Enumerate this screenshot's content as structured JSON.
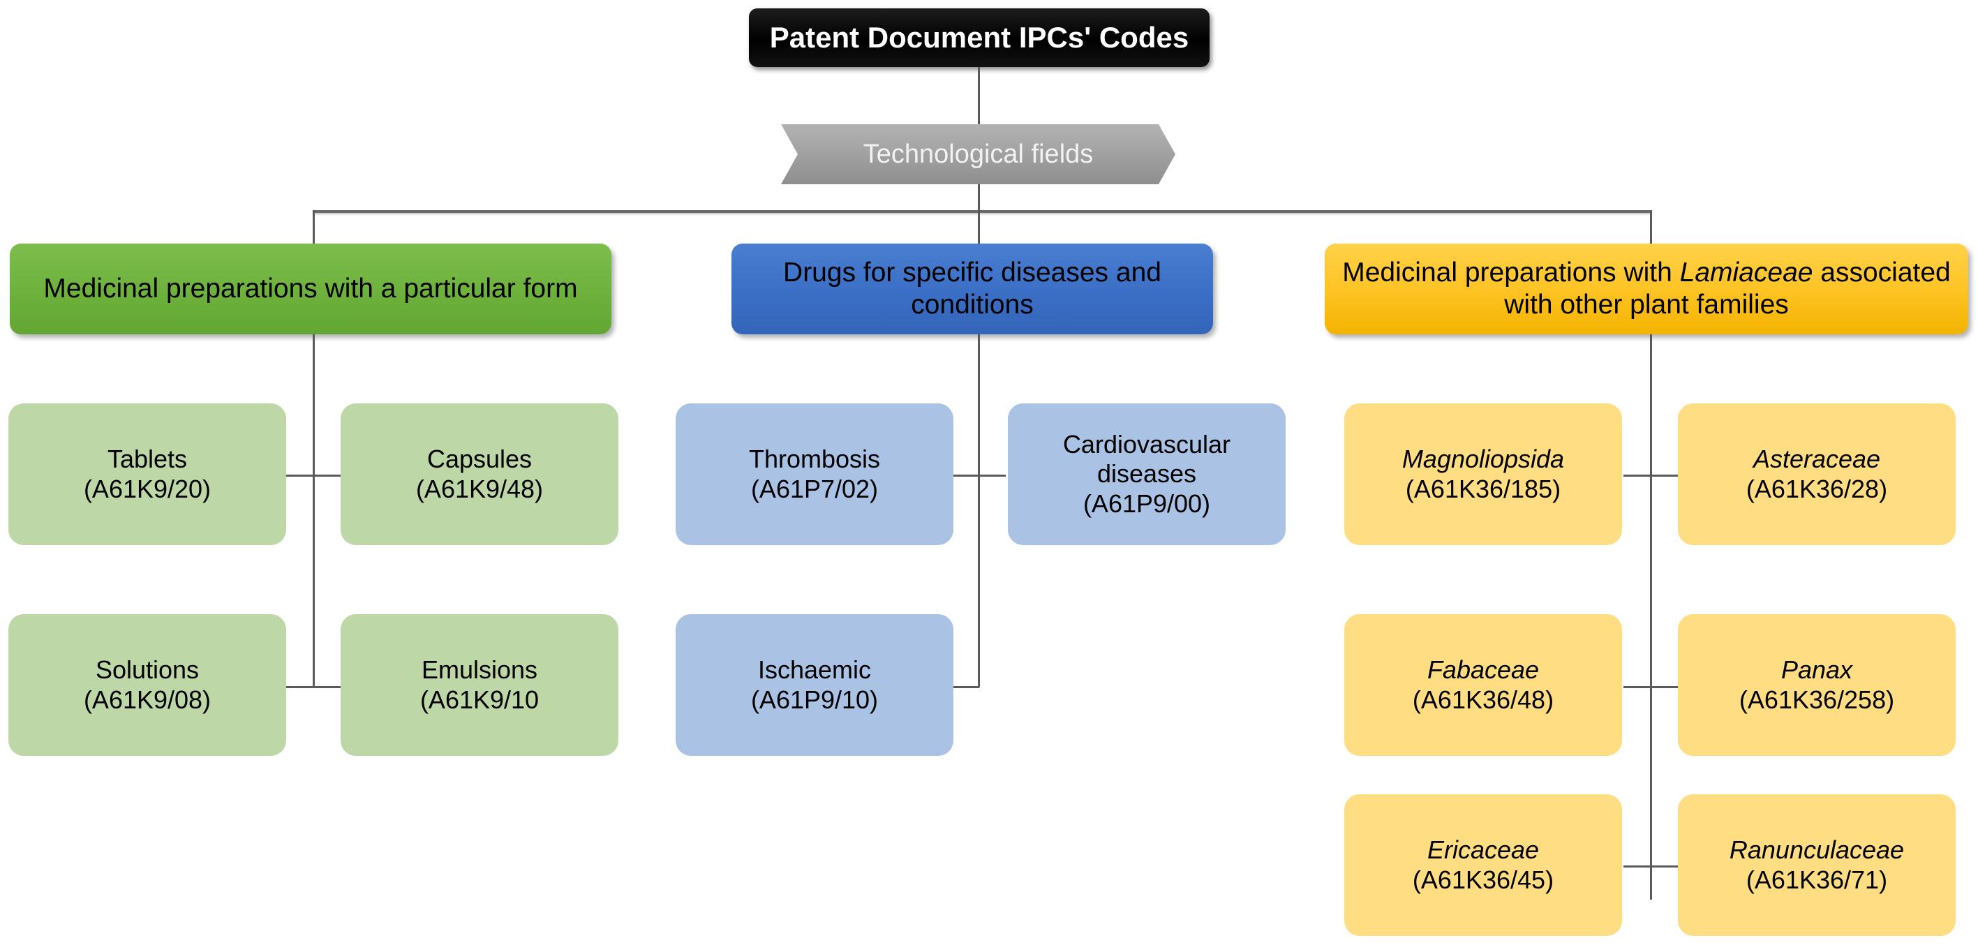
{
  "diagram": {
    "title": "Patent Document IPCs' Codes",
    "root": {
      "label": "Patent Document IPCs' Codes"
    },
    "level2": {
      "label": "Technological fields"
    },
    "colors": {
      "root_bg": "#000000",
      "level2_bg": "#a2a2a2",
      "green_header": "#6cb03b",
      "green_leaf": "#bdd7a7",
      "blue_header": "#3b6fc6",
      "blue_leaf": "#aac2e4",
      "yellow_header": "#ffc425",
      "yellow_leaf": "#ffdd83",
      "connector": "#5a5a5a"
    },
    "branches": [
      {
        "id": "green",
        "header": "Medicinal preparations with a particular form",
        "leaves": [
          {
            "name": "Tablets",
            "code": "(A61K9/20)",
            "italic": false
          },
          {
            "name": "Capsules",
            "code": "(A61K9/48)",
            "italic": false
          },
          {
            "name": "Solutions",
            "code": "(A61K9/08)",
            "italic": false
          },
          {
            "name": "Emulsions",
            "code": "(A61K9/10",
            "italic": false
          }
        ]
      },
      {
        "id": "blue",
        "header": "Drugs for specific diseases and conditions",
        "leaves": [
          {
            "name": "Thrombosis",
            "code": "(A61P7/02)",
            "italic": false
          },
          {
            "name": "Cardiovascular diseases",
            "code": "(A61P9/00)",
            "italic": false
          },
          {
            "name": "Ischaemic",
            "code": "(A61P9/10)",
            "italic": false
          }
        ]
      },
      {
        "id": "yellow",
        "header_pre": "Medicinal preparations with ",
        "header_em": "Lamiaceae",
        "header_post": " associated with other plant families",
        "leaves": [
          {
            "name": "Magnoliopsida",
            "code": "(A61K36/185)",
            "italic": true
          },
          {
            "name": "Asteraceae",
            "code": "(A61K36/28)",
            "italic": true
          },
          {
            "name": "Fabaceae",
            "code": "(A61K36/48)",
            "italic": true
          },
          {
            "name": "Panax",
            "code": "(A61K36/258)",
            "italic": true
          },
          {
            "name": "Ericaceae",
            "code": "(A61K36/45)",
            "italic": true
          },
          {
            "name": "Ranunculaceae",
            "code": "(A61K36/71)",
            "italic": true
          }
        ]
      }
    ]
  }
}
